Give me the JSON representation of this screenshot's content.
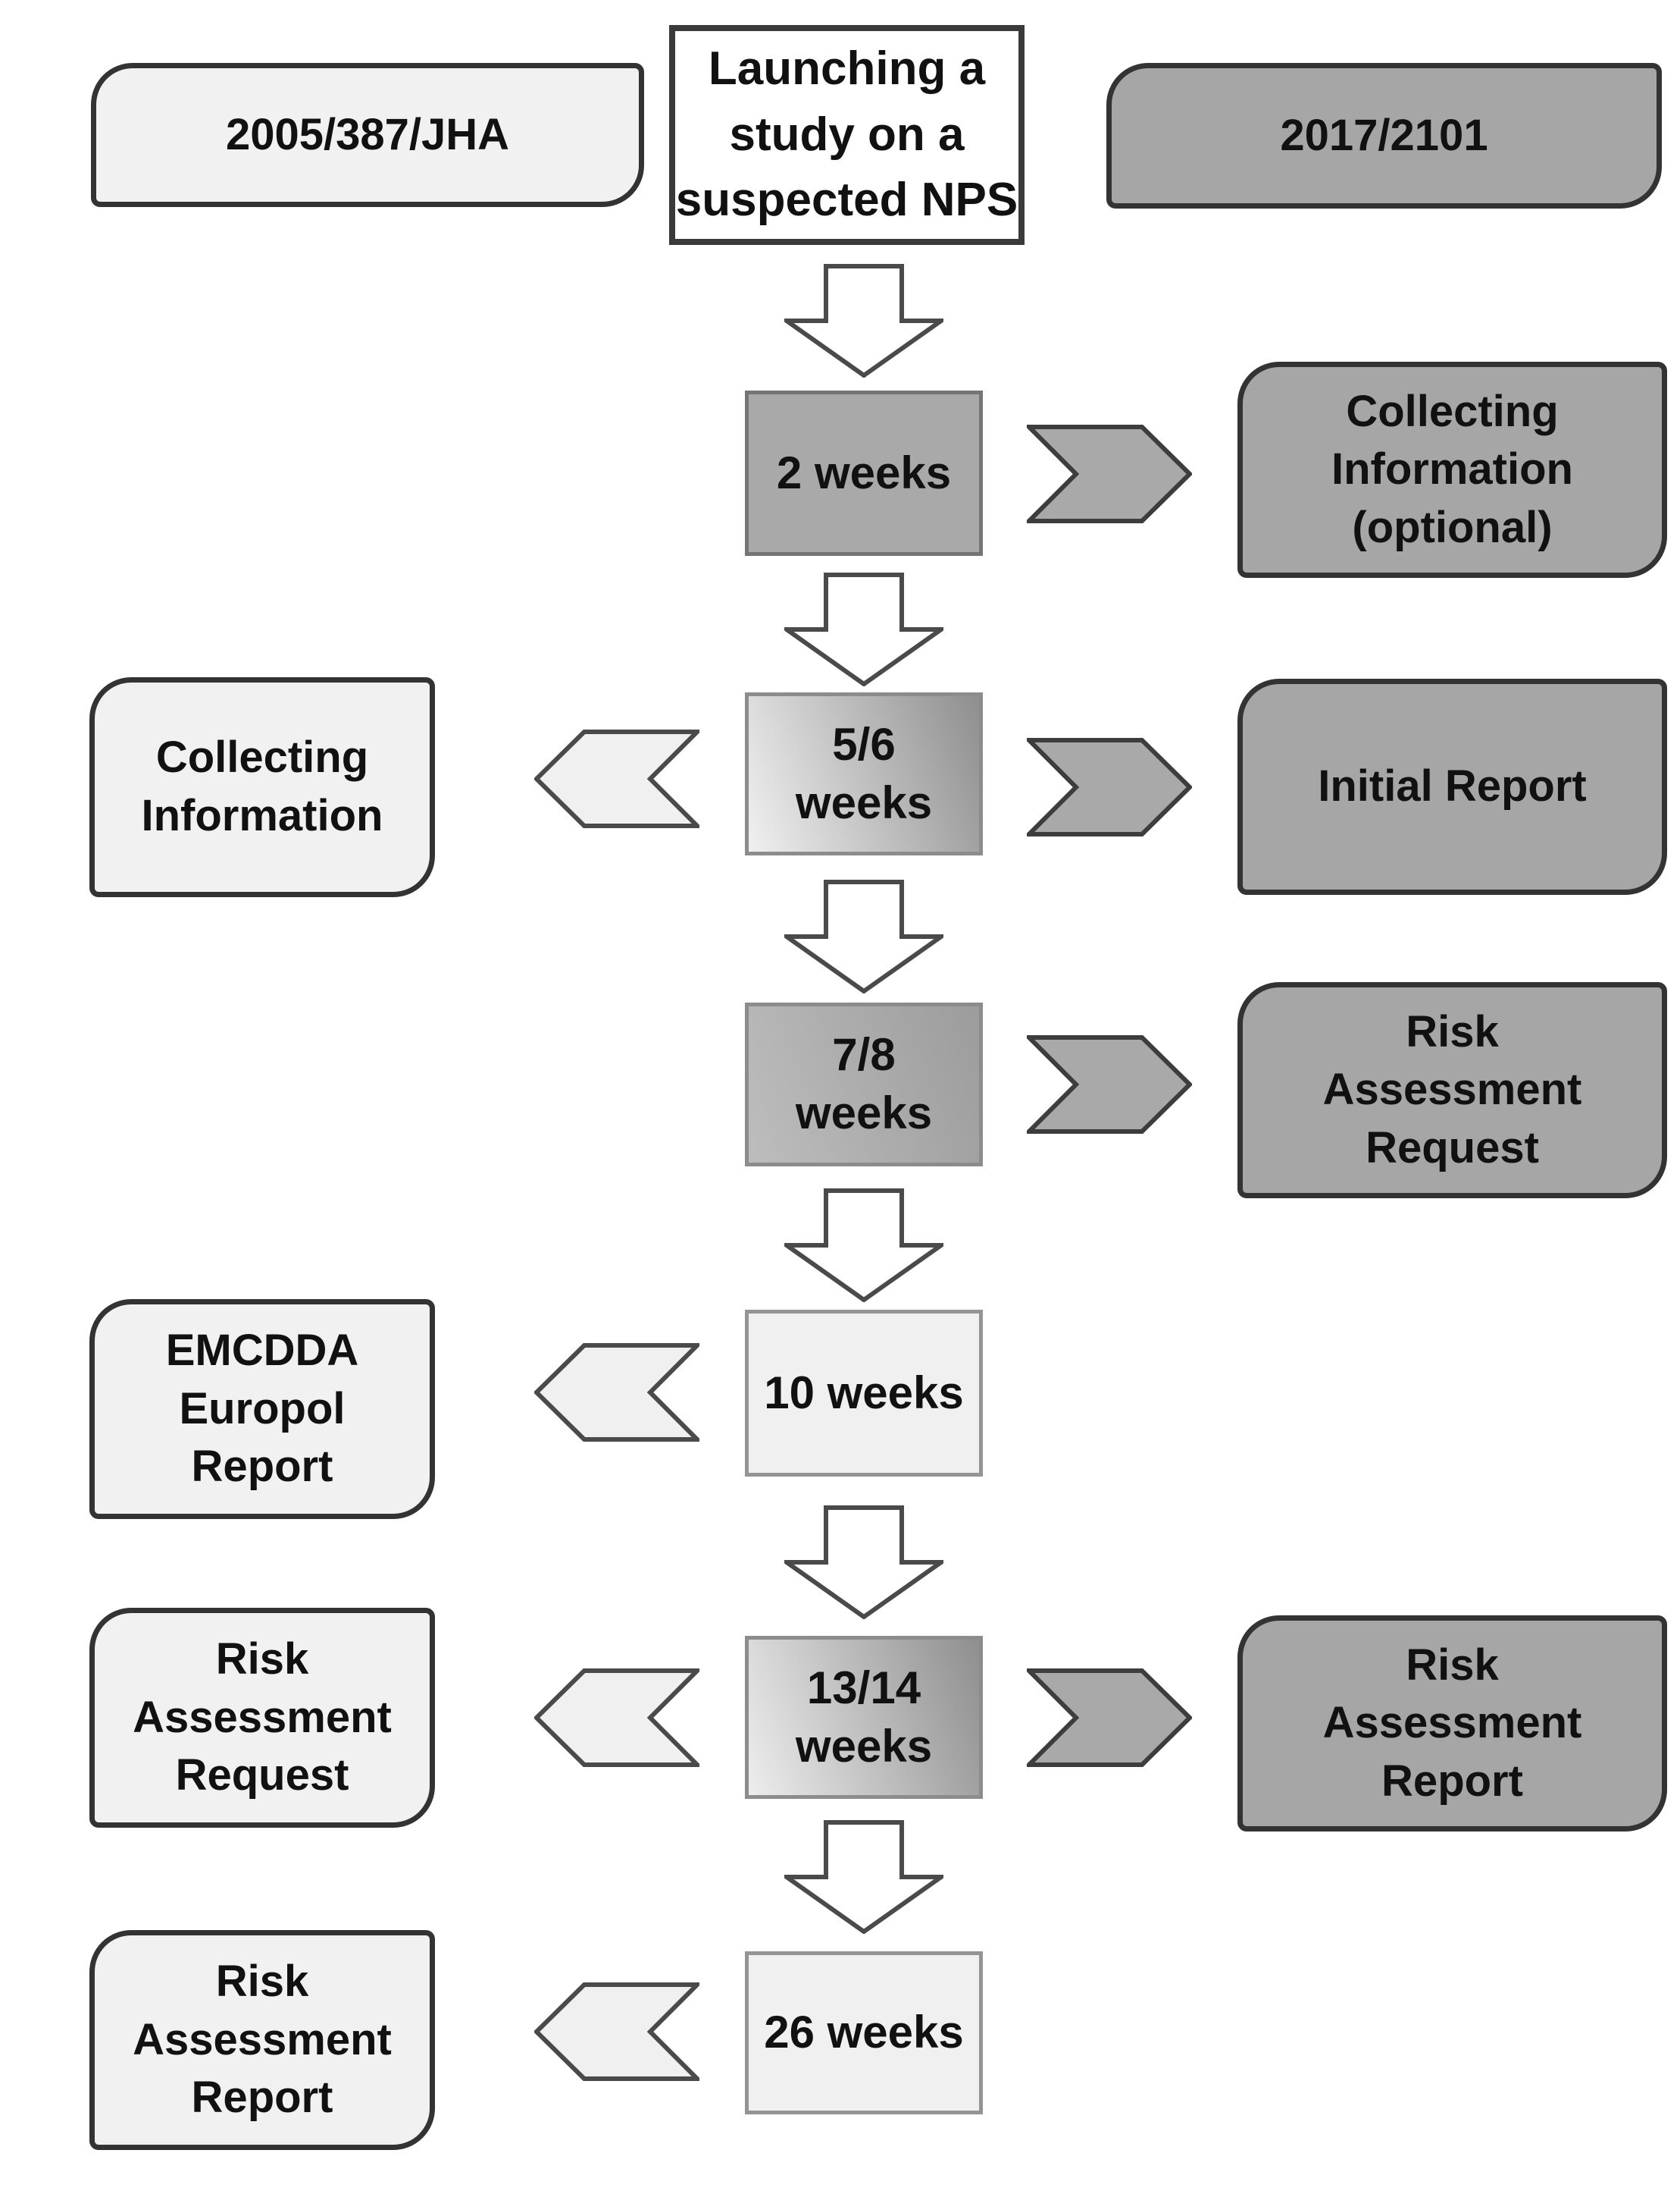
{
  "title": "EU NPS risk assessment timeline flowchart",
  "top": {
    "left": "2005/387/JHA",
    "center": "Launching a\nstudy on a\nsuspected NPS",
    "right": "2017/2101"
  },
  "rows": [
    {
      "center": "2 weeks",
      "right": "Collecting\nInformation\n(optional)"
    },
    {
      "left": "Collecting\nInformation",
      "center": "5/6\nweeks",
      "right": "Initial Report"
    },
    {
      "center": "7/8\nweeks",
      "right": "Risk\nAssessment\nRequest"
    },
    {
      "left": "EMCDDA\nEuropol\nReport",
      "center": "10 weeks"
    },
    {
      "left": "Risk\nAssessment\nRequest",
      "center": "13/14\nweeks",
      "right": "Risk\nAssessment\nReport"
    },
    {
      "left": "Risk\nAssessment\nReport",
      "center": "26 weeks"
    }
  ],
  "icons": {
    "down_arrow": "down-arrow",
    "chevron_right": "chevron-right",
    "chevron_left": "chevron-left"
  },
  "colors": {
    "dark_fill": "#a6a6a6",
    "light_fill": "#f1f1f1",
    "white_fill": "#ffffff",
    "border_dark": "#333333",
    "text": "#111111"
  }
}
